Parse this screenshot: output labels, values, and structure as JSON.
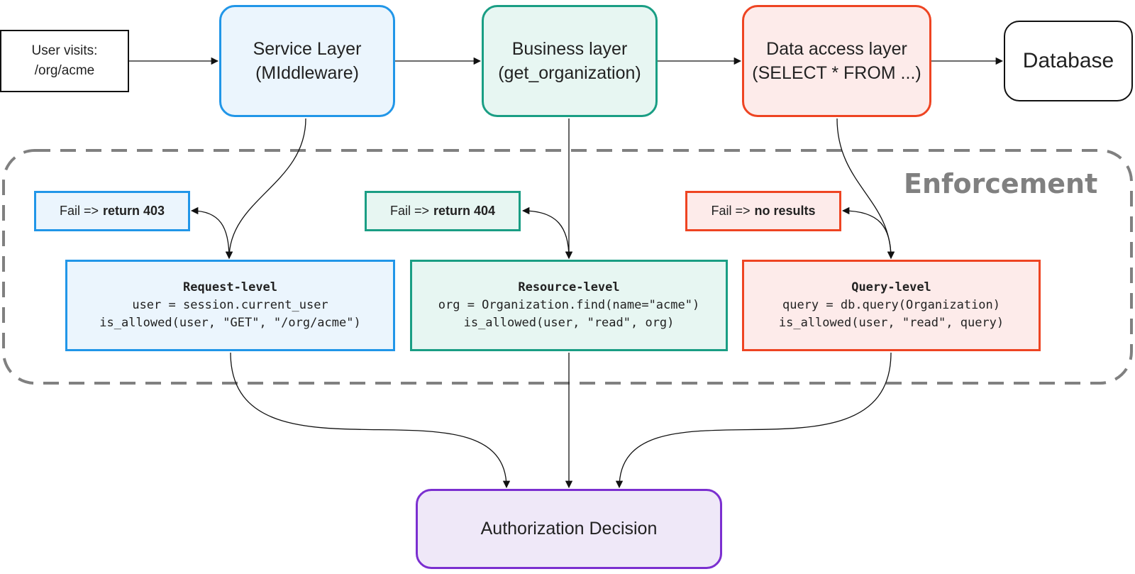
{
  "entry": {
    "line1": "User visits:",
    "line2": "/org/acme"
  },
  "layers": {
    "service": {
      "line1": "Service Layer",
      "line2": "(MIddleware)"
    },
    "business": {
      "line1": "Business layer",
      "line2": "(get_organization)"
    },
    "data_access": {
      "line1": "Data access layer",
      "line2": "(SELECT  * FROM ...)"
    },
    "database": {
      "label": "Database"
    }
  },
  "enforcement": {
    "label": "Enforcement",
    "request": {
      "fail_prefix": "Fail =>",
      "fail_result": "return 403",
      "title": "Request-level",
      "code_line1": "user = session.current_user",
      "code_line2": "is_allowed(user, \"GET\", \"/org/acme\")"
    },
    "resource": {
      "fail_prefix": "Fail =>",
      "fail_result": "return 404",
      "title": "Resource-level",
      "code_line1": "org = Organization.find(name=\"acme\")",
      "code_line2": "is_allowed(user, \"read\", org)"
    },
    "query": {
      "fail_prefix": "Fail =>",
      "fail_result": "no results",
      "title": "Query-level",
      "code_line1": "query = db.query(Organization)",
      "code_line2": "is_allowed(user, \"read\", query)"
    }
  },
  "decision": {
    "label": "Authorization Decision"
  },
  "colors": {
    "blue": "#2196e8",
    "green": "#1a9e84",
    "red": "#ee4422",
    "purple": "#7b2fd0",
    "dashed": "#808080"
  }
}
